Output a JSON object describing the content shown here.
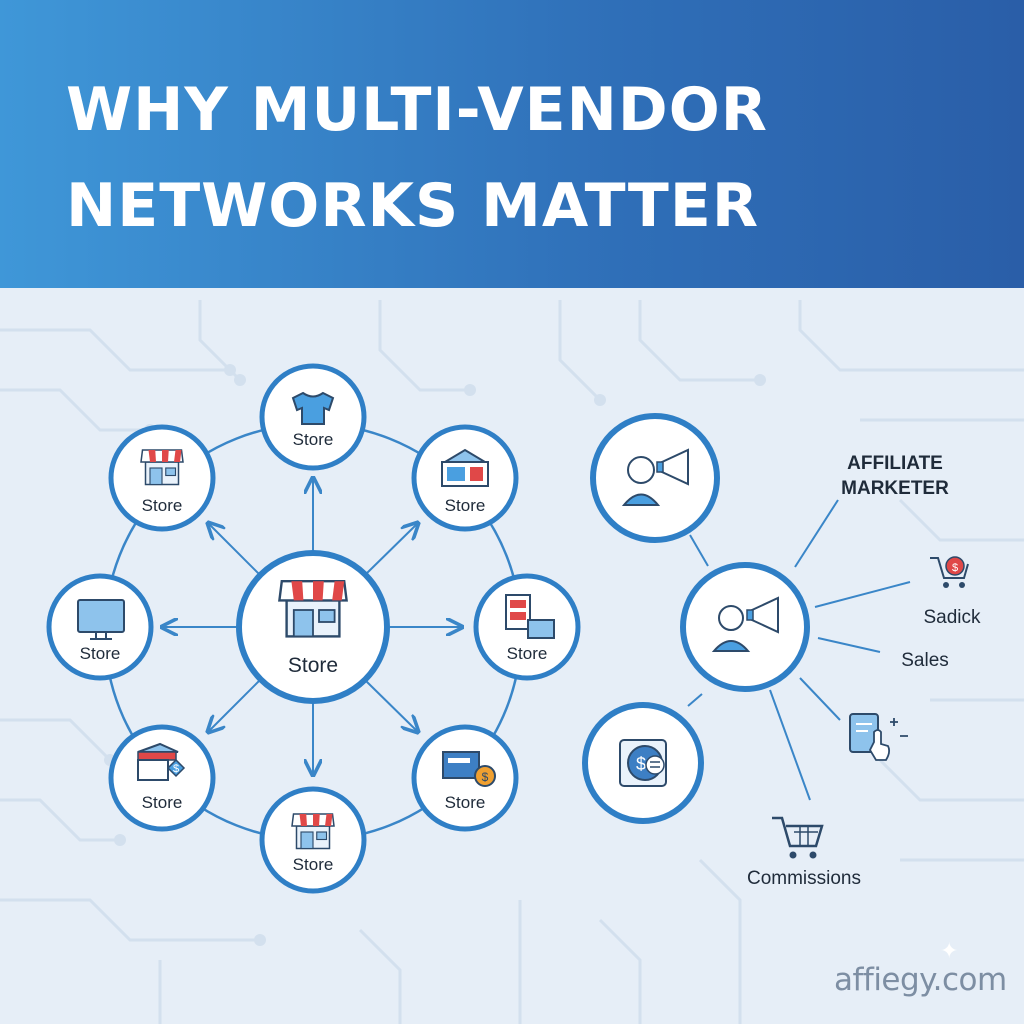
{
  "banner": {
    "title_line1": "WHY MULTI-VENDOR",
    "title_line2": "NETWORKS MATTER",
    "gradient_from": "#3f97d8",
    "gradient_to": "#2a5ea8"
  },
  "vendor_network": {
    "center_store": {
      "label": "Store",
      "icon": "storefront-icon"
    },
    "outer_stores": [
      {
        "label": "Store",
        "icon": "tshirt-icon"
      },
      {
        "label": "Store",
        "icon": "market-stall-icon"
      },
      {
        "label": "Store",
        "icon": "store-boxes-icon"
      },
      {
        "label": "Store",
        "icon": "box-moneybag-icon"
      },
      {
        "label": "Store",
        "icon": "storefront-icon"
      },
      {
        "label": "Store",
        "icon": "stall-dollar-icon"
      },
      {
        "label": "Store",
        "icon": "monitor-icon"
      },
      {
        "label": "Store",
        "icon": "storefront-icon"
      }
    ]
  },
  "affiliate": {
    "title_line1": "AFFILIATE",
    "title_line2": "MARKETER",
    "hub_icon": "marketer-megaphone-icon",
    "promoter_icon": "marketer-megaphone-icon",
    "money_icon": "dollar-chat-icon",
    "labels": {
      "sadick": "Sadick",
      "sales": "Sales",
      "commissions": "Commissions"
    },
    "icons": [
      "cart-dollar-icon",
      "tablet-tap-icon",
      "cart-icon"
    ]
  },
  "watermark": "affiegy.com",
  "colors": {
    "ring": "#2f7fc6",
    "line": "#3a86c8",
    "accent_red": "#e04848",
    "background": "#e6eef7"
  }
}
